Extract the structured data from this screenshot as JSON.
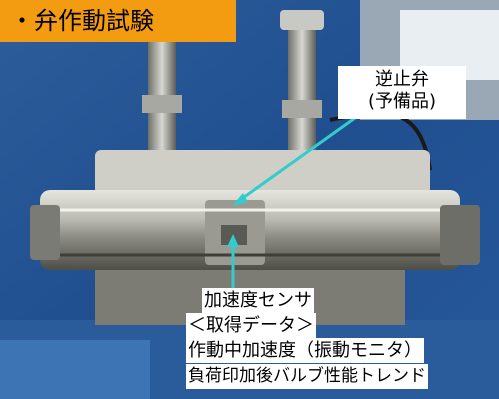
{
  "title": "・弁作動試験",
  "check_valve_label": {
    "line1": "逆止弁",
    "line2": "(予備品)"
  },
  "sensor_caption": {
    "line1": "加速度センサ",
    "line2": "＜取得データ＞",
    "line3": "作動中加速度（振動モニタ）",
    "line4": "負荷印加後バルブ性能トレンド"
  },
  "colors": {
    "title_bg": "#f39c12",
    "arrow": "#33cccc",
    "background_blue": "#1f4f8f"
  }
}
